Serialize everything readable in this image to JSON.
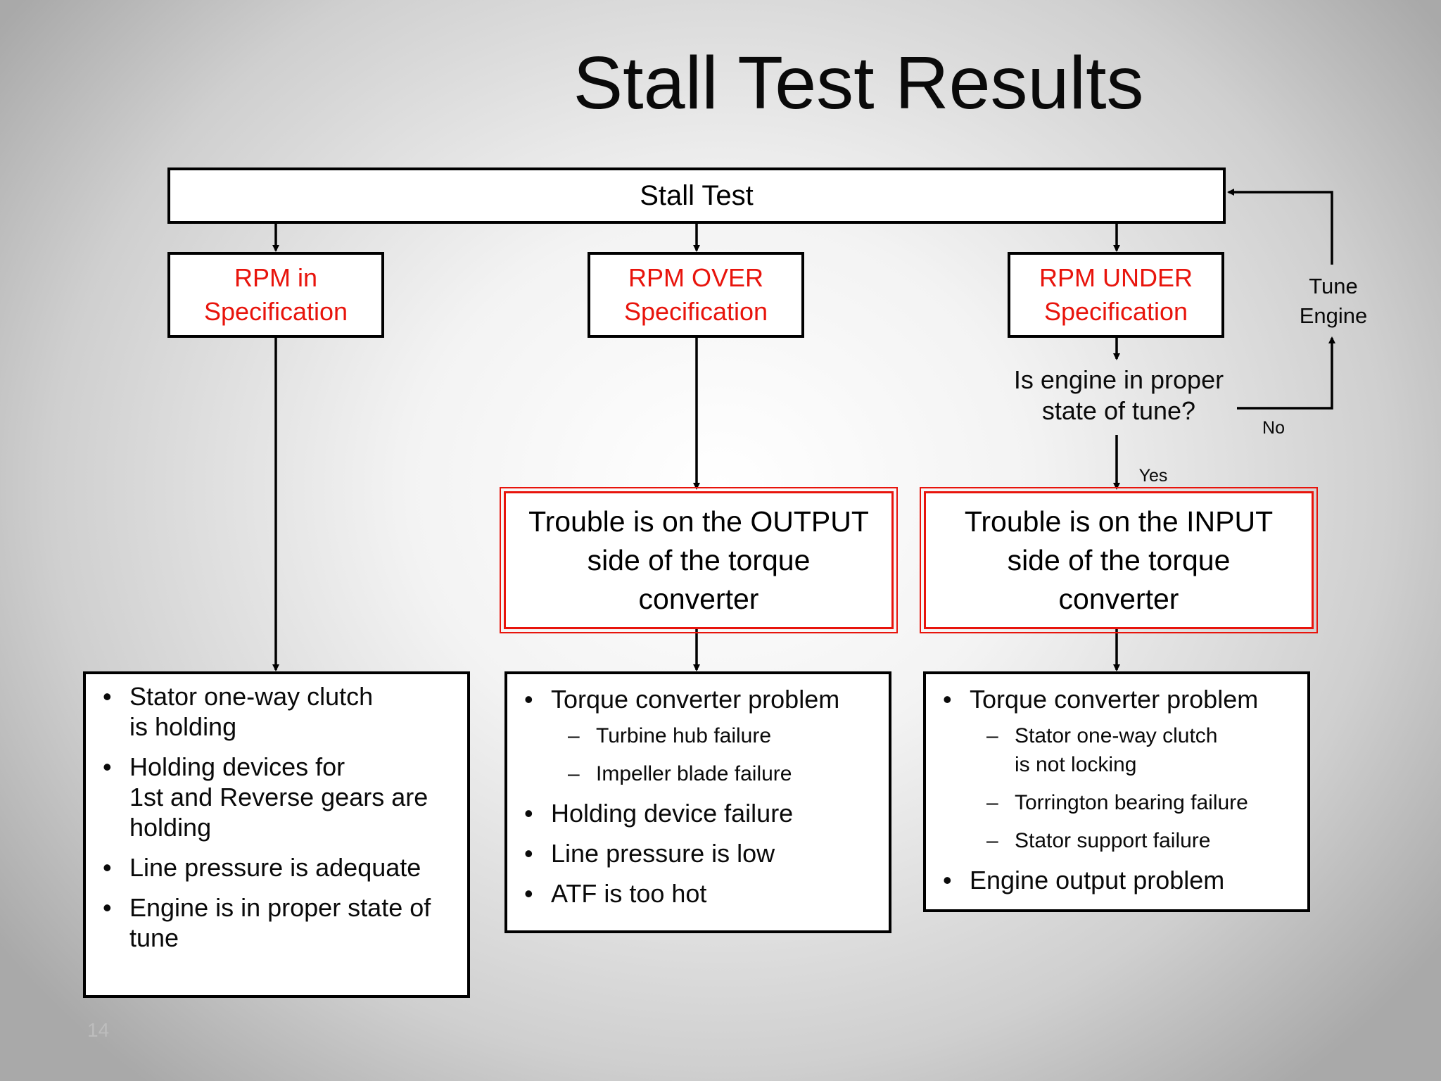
{
  "slide": {
    "title": "Stall Test Results",
    "number": "14"
  },
  "flow": {
    "stall_test": "Stall Test",
    "rpm_in": {
      "line1": "RPM in",
      "line2": "Specification"
    },
    "rpm_over": {
      "line1": "RPM OVER",
      "line2": "Specification"
    },
    "rpm_under": {
      "line1": "RPM UNDER",
      "line2": "Specification"
    },
    "question": {
      "line1": "Is engine in proper",
      "line2": "state of tune?"
    },
    "tune_engine": {
      "line1": "Tune",
      "line2": "Engine"
    },
    "label_no": "No",
    "label_yes": "Yes",
    "trouble_output": {
      "line1": "Trouble is on the OUTPUT",
      "line2": "side of the torque",
      "line3": "converter"
    },
    "trouble_input": {
      "line1": "Trouble is on the INPUT",
      "line2": "side of the torque",
      "line3": "converter"
    }
  },
  "results": {
    "in_spec": [
      {
        "line1": "Stator one-way clutch",
        "line2": "is holding"
      },
      {
        "line1": "Holding devices for",
        "line2": "1st and Reverse gears are",
        "line3": "holding"
      },
      {
        "line1": "Line pressure is adequate"
      },
      {
        "line1": "Engine is in proper state of",
        "line2": "tune"
      }
    ],
    "over_spec": {
      "item1": "Torque converter problem",
      "item1_subs": [
        "Turbine hub failure",
        "Impeller blade failure"
      ],
      "item2": "Holding device failure",
      "item3": "Line pressure is low",
      "item4": "ATF is too hot"
    },
    "under_spec": {
      "item1": "Torque converter problem",
      "item1_subs": [
        {
          "line1": "Stator one-way clutch",
          "line2": "is not locking"
        },
        {
          "line1": "Torrington bearing failure"
        },
        {
          "line1": "Stator support failure"
        }
      ],
      "item2": "Engine output problem"
    }
  },
  "colors": {
    "accent_red": "#e8140c",
    "line_black": "#000000"
  }
}
